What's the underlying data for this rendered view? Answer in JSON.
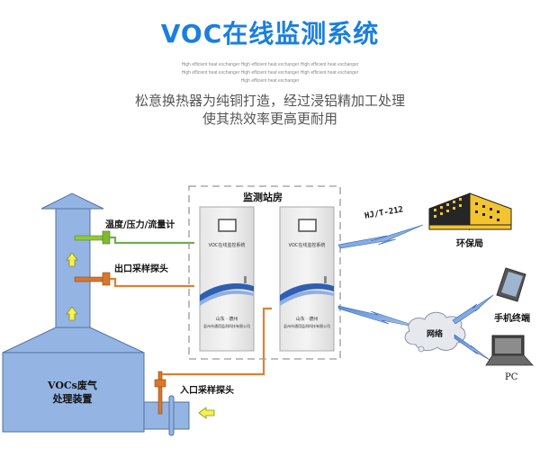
{
  "header": {
    "title": "VOC在线监测系统",
    "subtitle_en": "High efficient heat exchanger High efficient heat exchanger High efficient heat exchanger High efficient heat exchanger High efficient heat exchanger High efficient heat exchanger High efficient heat exchanger",
    "description_line1": "松意换热器为纯铜打造，经过浸铝精加工处理",
    "description_line2": "使其热效率更高更耐用"
  },
  "labels": {
    "meter": "温度/压力/流量计",
    "outlet_probe": "出口采样探头",
    "inlet_probe": "入口采样探头",
    "treatment_device_line1": "VOCs废气",
    "treatment_device_line2": "处理装置",
    "station": "监测站房",
    "protocol": "HJ/T-212",
    "epb": "环保局",
    "mobile": "手机终端",
    "network": "网络",
    "pc": "PC"
  },
  "cabinets": [
    {
      "title": "VOC在线监控系统",
      "location": "山东 · 德州",
      "company": "县州市通用监测科技有限公司"
    },
    {
      "title": "VOC在线监控系统",
      "location": "山东 · 德州",
      "company": "县州市通用监测科技有限公司"
    }
  ],
  "colors": {
    "title_blue": "#1a7fe0",
    "duct_blue": "#94b4e4",
    "meter_green": "#7dbb2e",
    "probe_orange": "#d9772a",
    "building_yellow": "#f4c430"
  }
}
